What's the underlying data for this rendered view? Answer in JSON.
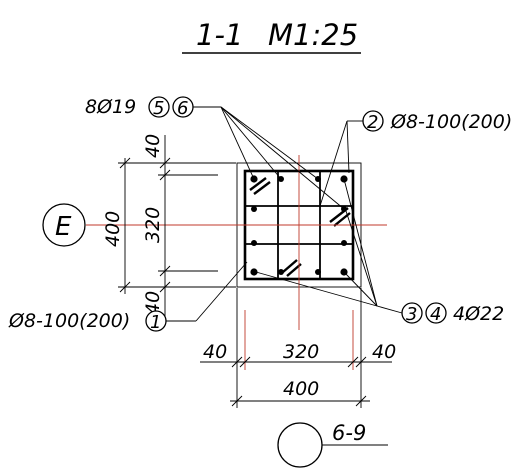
{
  "title": {
    "section": "1-1",
    "scale": "M1:25"
  },
  "axis_mark": "E",
  "detail_ref": "6-9",
  "labels": {
    "main_bars_left": {
      "count_dia": "8Ø19",
      "marks": [
        "5",
        "6"
      ]
    },
    "tie_top": {
      "mark": "2",
      "spec": "Ø8-100(200)"
    },
    "tie_left": {
      "spec": "Ø8-100(200)",
      "mark": "1"
    },
    "corner_bars": {
      "marks": [
        "3",
        "4"
      ],
      "count_dia": "4Ø22"
    }
  },
  "dims_vertical": {
    "total": "400",
    "cover_top": "40",
    "inner": "320",
    "cover_bottom": "40"
  },
  "dims_horizontal": {
    "cover_left": "40",
    "inner": "320",
    "cover_right": "40",
    "total": "400"
  }
}
